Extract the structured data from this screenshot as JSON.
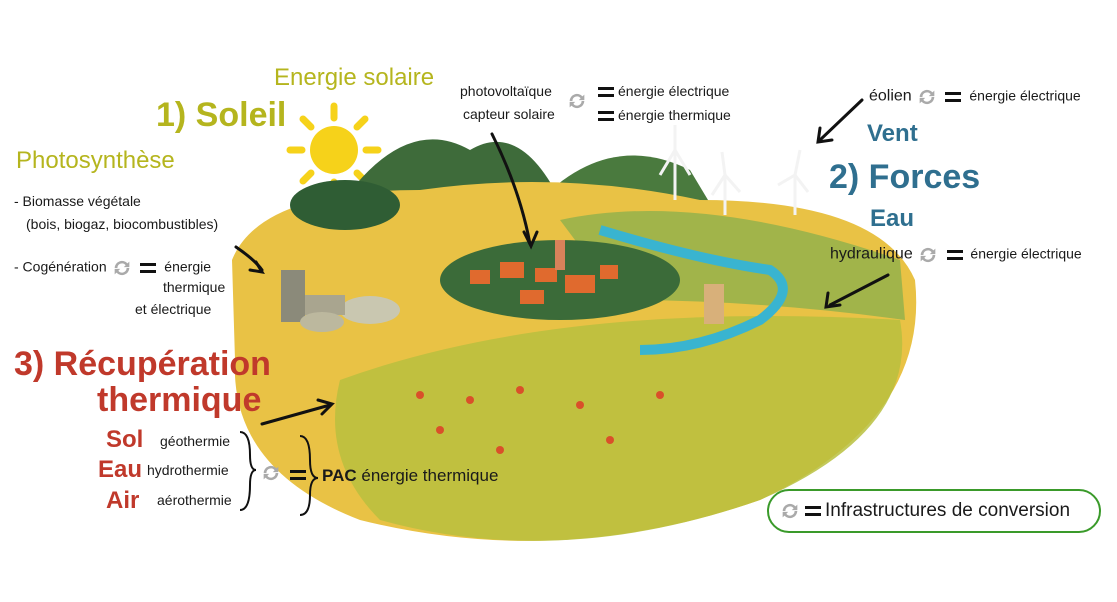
{
  "title_solar": "Energie solaire",
  "soleil": "1) Soleil",
  "photosynthese": "Photosynthèse",
  "biomasse": "- Biomasse végétale",
  "biomasse_detail": "(bois, biogaz, biocombustibles)",
  "cogeneration": "- Cogénération",
  "cogeneration_result1": "énergie",
  "cogeneration_result2": "thermique",
  "cogeneration_result3": "et électrique",
  "photovoltaique": "photovoltaïque",
  "photovoltaique_result": "énergie électrique",
  "capteur": "capteur solaire",
  "capteur_result": "énergie thermique",
  "eolien": "éolien",
  "eolien_result": "énergie électrique",
  "vent": "Vent",
  "forces": "2) Forces",
  "eau_force": "Eau",
  "hydraulique": "hydraulique",
  "hydraulique_result": "énergie électrique",
  "recup1": "3) Récupération",
  "recup2": "thermique",
  "sol": "Sol",
  "eau": "Eau",
  "air": "Air",
  "geothermie": "géothermie",
  "hydrothermie": "hydrothermie",
  "aerothermie": "aérothermie",
  "pac": "PAC",
  "pac_result": "énergie thermique",
  "legend": "Infrastructures de conversion",
  "colors": {
    "olive": "#b5b51e",
    "blue": "#2f6f8f",
    "red": "#c0392b",
    "legend_border": "#3a9a2a"
  },
  "icons": [
    "conversion-cycle-icon",
    "equals-icon",
    "sun-icon",
    "wind-turbine-icon"
  ]
}
